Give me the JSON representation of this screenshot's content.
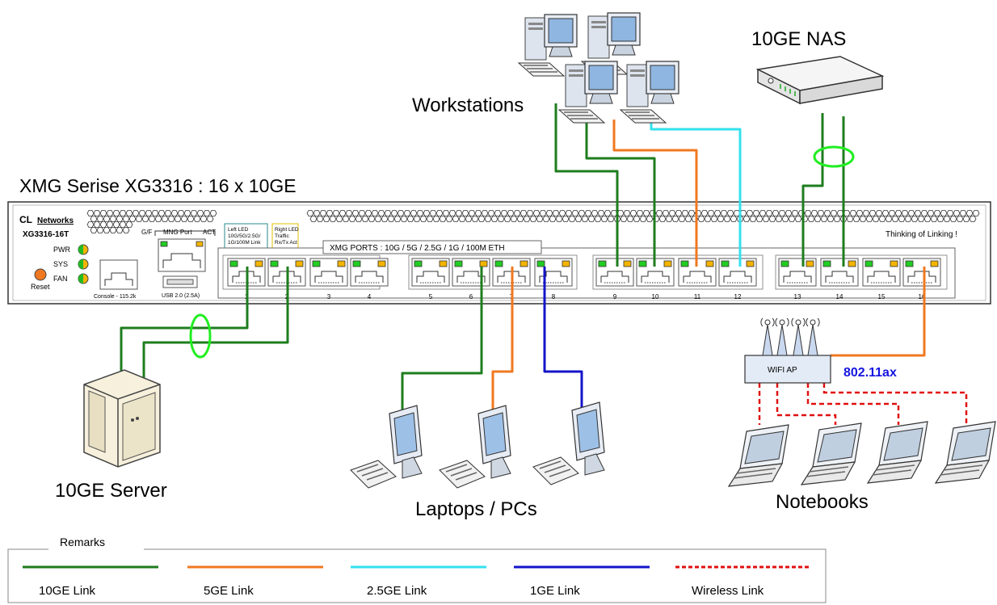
{
  "title": "XMG Serise XG3316 : 16 x 10GE",
  "switch": {
    "brand_cl": "CL",
    "brand_networks": "Networks",
    "model": "XG3316-16T",
    "slogan": "Thinking of Linking !",
    "leds": {
      "pwr": "PWR",
      "sys": "SYS",
      "fan": "FAN",
      "reset": "Reset"
    },
    "gf_label": "G/F",
    "mng_label": "MNG Port",
    "act_label": "ACT",
    "console_label": "Console - 115.2k",
    "usb_label": "USB 2.0 (2.5A)",
    "left_led_lines": [
      "Left LED",
      "10G/5G/2.5G/",
      "1G/100M Link"
    ],
    "right_led_lines": [
      "Right LED",
      "Traffic",
      "Rx/Tx Act"
    ],
    "ports_header": "XMG PORTS : 10G / 5G / 2.5G / 1G / 100M ETH",
    "port_numbers": [
      "1",
      "2",
      "3",
      "4",
      "5",
      "6",
      "7",
      "8",
      "9",
      "10",
      "11",
      "12",
      "13",
      "14",
      "15",
      "16"
    ]
  },
  "devices": {
    "workstations": "Workstations",
    "nas": "10GE NAS",
    "server": "10GE Server",
    "laptops": "Laptops / PCs",
    "notebooks": "Notebooks",
    "wifi_ap": "WIFI AP",
    "wifi_standard": "802.11ax"
  },
  "remarks": {
    "title": "Remarks",
    "items": [
      {
        "label": "10GE Link",
        "color": "#1e7d1e",
        "style": "solid"
      },
      {
        "label": "5GE Link",
        "color": "#f07820",
        "style": "solid"
      },
      {
        "label": "2.5GE Link",
        "color": "#33e0ee",
        "style": "solid"
      },
      {
        "label": "1GE Link",
        "color": "#1414c8",
        "style": "solid"
      },
      {
        "label": "Wireless Link",
        "color": "#e01010",
        "style": "dashed"
      }
    ]
  }
}
